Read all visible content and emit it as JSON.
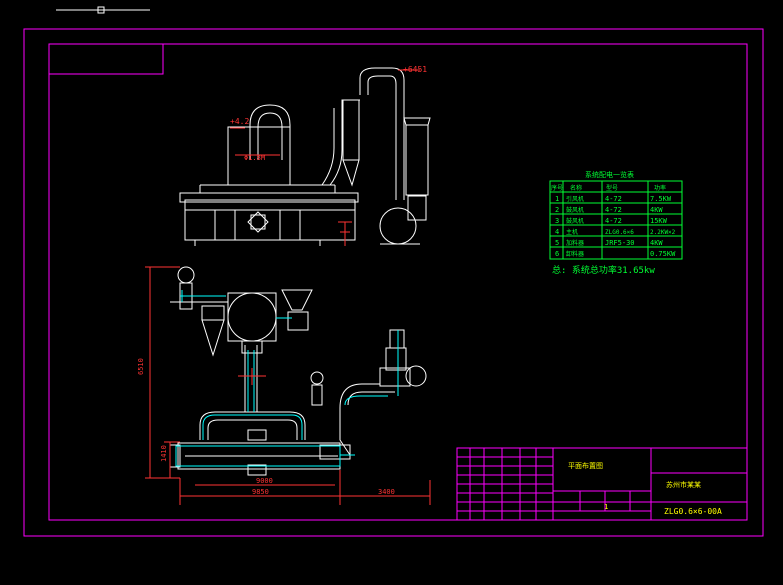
{
  "colors": {
    "background": "#000000",
    "frame": "#ff00ff",
    "equipment": "#ffffff",
    "dimension": "#ff3333",
    "piping": "#00ffff",
    "table": "#00ff33",
    "note": "#ffff00"
  },
  "toolbar": {
    "icon": "slider-handle-icon"
  },
  "elevations": {
    "top": "+6451",
    "middle": "+4.2",
    "width_label": "Φ1.8M"
  },
  "plan_dims": {
    "overall_height": "6510",
    "left_height": "1410",
    "width_inner": "9000",
    "width_outer": "9850",
    "width_right": "3400"
  },
  "equipment_table": {
    "title": "系统配电一览表",
    "headers": [
      "序号",
      "名称",
      "型号",
      "功率"
    ],
    "rows": [
      [
        "1",
        "引风机",
        "4-72",
        "7.5KW"
      ],
      [
        "2",
        "鼓风机",
        "4-72",
        "4KW"
      ],
      [
        "3",
        "鼓风机",
        "4-72",
        "15KW"
      ],
      [
        "4",
        "主机",
        "ZLG0.6×6",
        "2.2KW×2"
      ],
      [
        "5",
        "加料器",
        "JRF5-30",
        "4KW"
      ],
      [
        "6",
        "卸料器",
        "",
        "0.75KW"
      ]
    ],
    "total_note": "总: 系统总功率31.65kw"
  },
  "title_block": {
    "project": "平面布置图",
    "org": "苏州市某某",
    "sheet_no": "1",
    "drawing_no": "ZLG0.6×6-00A"
  }
}
